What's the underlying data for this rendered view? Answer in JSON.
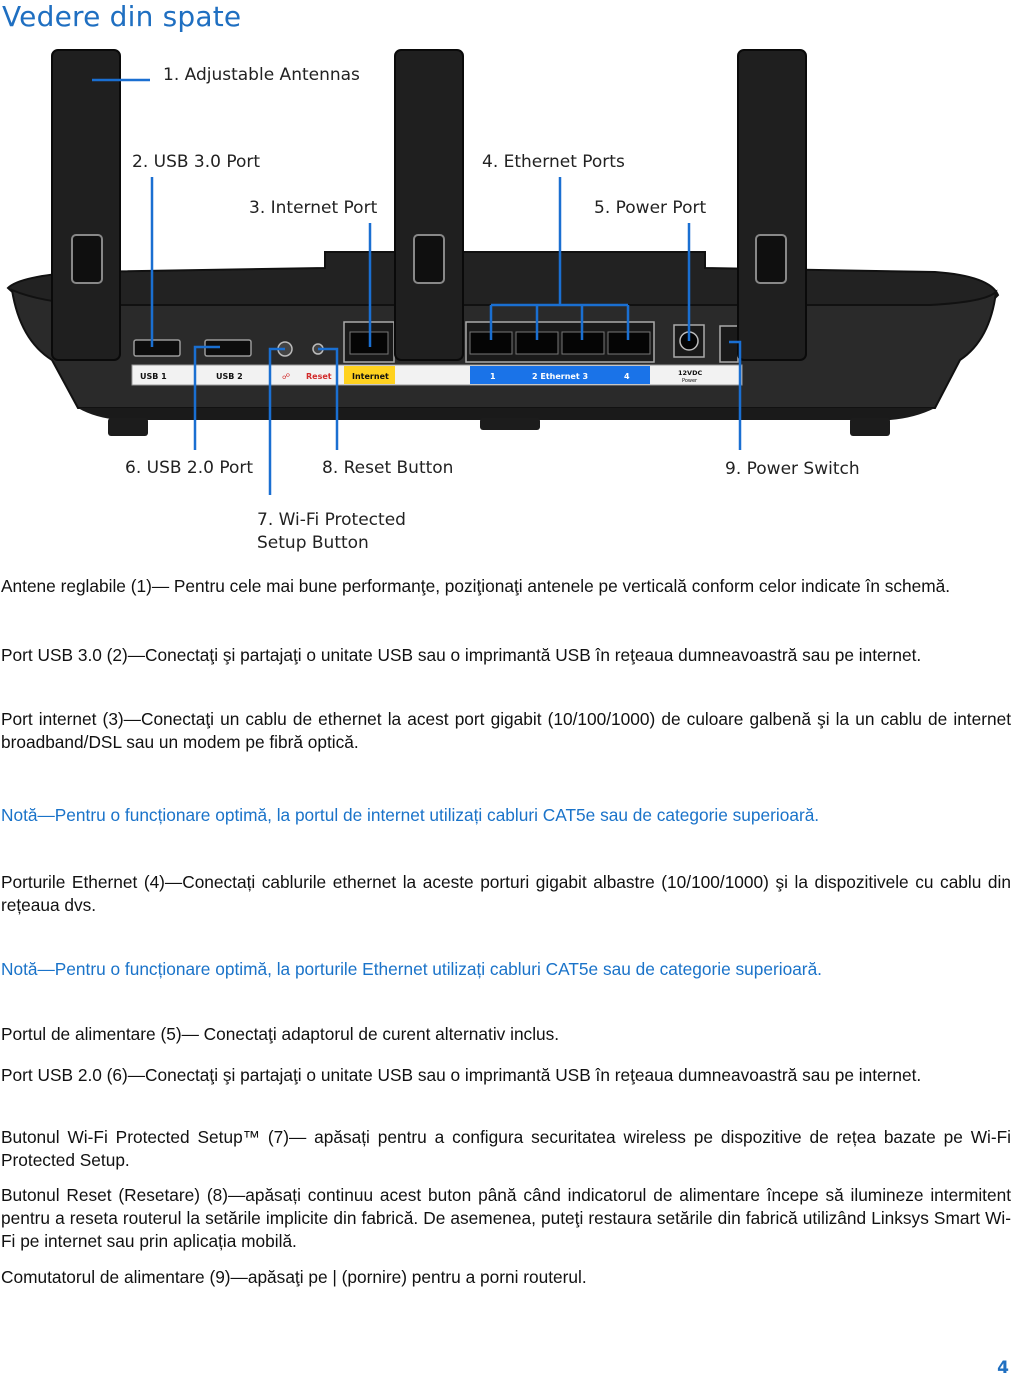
{
  "page": {
    "title": "Vedere din spate",
    "page_number": "4"
  },
  "diagram": {
    "callouts": {
      "antennas": "1. Adjustable Antennas",
      "usb3": "2. USB 3.0 Port",
      "internet": "3. Internet Port",
      "ethernet": "4. Ethernet Ports",
      "power_port": "5. Power Port",
      "usb2": "6. USB 2.0 Port",
      "wps_line1": "7. Wi-Fi Protected",
      "wps_line2": "Setup Button",
      "reset": "8. Reset Button",
      "power_switch": "9. Power Switch"
    },
    "panel_labels": {
      "usb1": "USB 1",
      "usb2": "USB 2",
      "reset": "Reset",
      "internet": "Internet",
      "eth1": "1",
      "eth_mid": "2  Ethernet  3",
      "eth4": "4",
      "power_line1": "12VDC",
      "power_line2": "Power"
    },
    "colors": {
      "callout_line": "#1a6fd1",
      "internet_label_bg": "#ffd21f",
      "ethernet_label_bg": "#1a73e8",
      "reset_text": "#d22b2b"
    }
  },
  "paragraphs": [
    "Antene reglabile (1)— Pentru cele mai bune performanţe, poziţionaţi antenele pe verticală conform celor indicate în schemă.",
    "Port USB 3.0 (2)—Conectaţi şi partajaţi o unitate USB sau o imprimantă USB în reţeaua dumneavoastră sau pe internet.",
    "Port internet (3)—Conectaţi un cablu de ethernet la acest port gigabit (10/100/1000) de culoare galbenă şi la un cablu de internet broadband/DSL sau un modem pe fibră optică.",
    "Notă—Pentru o funcționare optimă, la portul de internet utilizați cabluri CAT5e sau de categorie superioară.",
    "Porturile Ethernet (4)—Conectați cablurile ethernet la aceste porturi gigabit albastre (10/100/1000) şi la dispozitivele cu cablu din rețeaua dvs.",
    "Notă—Pentru o funcționare optimă, la porturile Ethernet utilizați cabluri CAT5e sau de categorie superioară.",
    "Portul de alimentare (5)— Conectaţi adaptorul de curent alternativ inclus.",
    "Port USB 2.0 (6)—Conectaţi şi partajaţi o unitate USB sau o imprimantă USB în reţeaua dumneavoastră sau pe internet.",
    "Butonul Wi-Fi Protected Setup™ (7)— apăsați pentru a configura securitatea wireless pe dispozitive de rețea bazate pe Wi-Fi Protected Setup.",
    "Butonul Reset (Resetare) (8)—apăsați continuu acest buton până când indicatorul de alimentare începe să ilumineze intermitent pentru a reseta routerul la setările implicite din fabrică. De asemenea, puteţi restaura setările din fabrică utilizând Linksys Smart Wi-Fi pe internet sau prin aplicația mobilă.",
    "Comutatorul de alimentare (9)—apăsaţi pe |  (pornire) pentru a porni routerul."
  ]
}
